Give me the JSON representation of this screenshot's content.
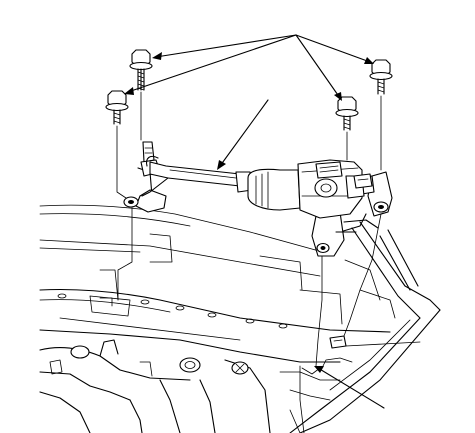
{
  "diagram": {
    "parts": [
      {
        "name": "bolt",
        "icon": "flange-bolt-icon",
        "count": 4
      },
      {
        "name": "wiper-linkage",
        "icon": "linkage-icon"
      },
      {
        "name": "wiper-motor",
        "icon": "motor-icon"
      },
      {
        "name": "connector",
        "icon": "connector-icon"
      }
    ],
    "colors": {
      "line": "#000000",
      "background": "#ffffff"
    }
  }
}
